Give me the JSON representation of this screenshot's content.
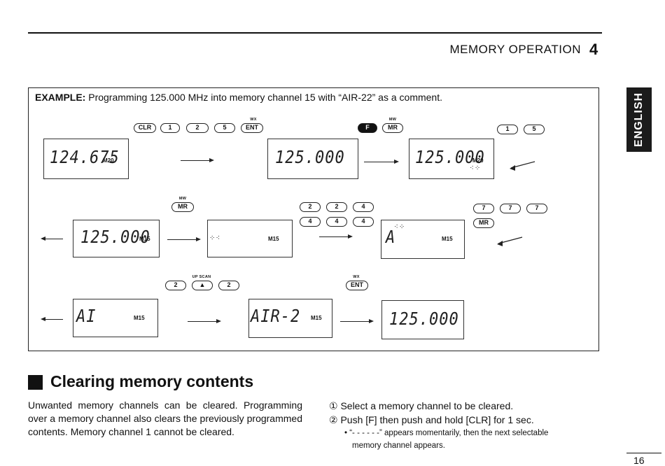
{
  "header": {
    "title": "MEMORY OPERATION",
    "chapter": "4"
  },
  "side_tab": {
    "label": "ENGLISH"
  },
  "example": {
    "label": "EXAMPLE:",
    "text": " Programming 125.000 MHz into memory channel 15 with “AIR-22” as a comment."
  },
  "keys": {
    "clr": "CLR",
    "one": "1",
    "two": "2",
    "five": "5",
    "ent": "ENT",
    "f": "F",
    "mr": "MR",
    "four": "4",
    "seven": "7",
    "up": "▲"
  },
  "key_hints": {
    "wx": "WX",
    "mw": "MW",
    "up_scan": "UP SCAN"
  },
  "displays": {
    "d1": "124.675",
    "d1_ind": "M20",
    "d2": "125.000",
    "d3": "125.000",
    "d3_ind": "M20",
    "d4": "125.000",
    "d4_ind": "M15",
    "d5_ind": "M15",
    "d6": "A",
    "d6_ind": "M15",
    "d7": "AI",
    "d7_ind": "M15",
    "d8": "AIR-2",
    "d8_ind": "M15",
    "d9": "125.000"
  },
  "section": {
    "title": "Clearing memory contents",
    "body": "Unwanted memory channels can be cleared. Programming over a memory channel also clears the previously programmed contents. Memory channel 1 cannot be cleared.",
    "step1": "① Select a memory channel to be cleared.",
    "step2": "② Push [F] then push and hold [CLR] for 1 sec.",
    "note_line1": "• “- - - - - -” appears momentarily, then the next selectable",
    "note_line2": "memory channel appears."
  },
  "page_number": "16"
}
